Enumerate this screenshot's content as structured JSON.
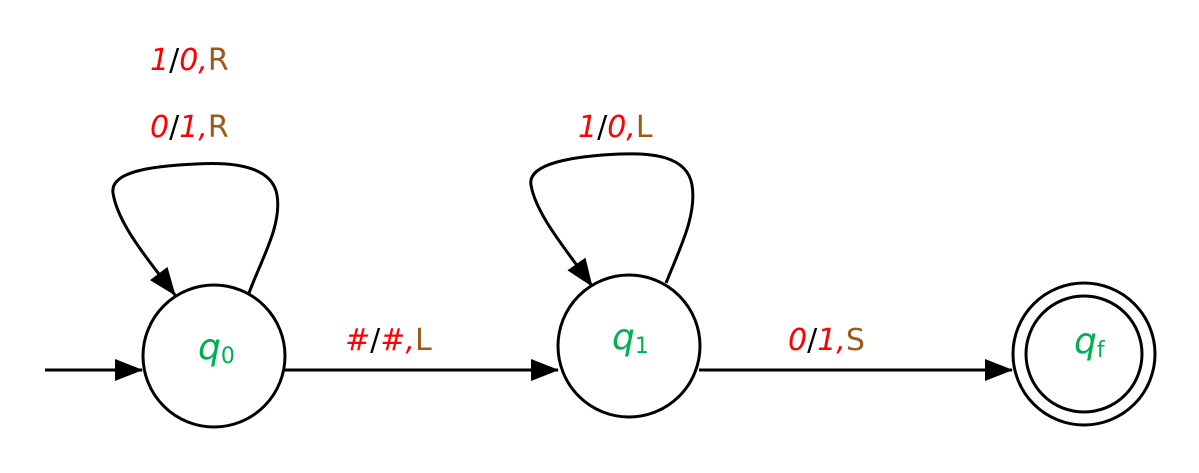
{
  "colors": {
    "symbol": "#ff0000",
    "move": "#9c5a1a",
    "state": "#00b050",
    "line": "#000000"
  },
  "states": [
    {
      "name": "q",
      "sub": "0",
      "role": "start"
    },
    {
      "name": "q",
      "sub": "1",
      "role": "normal"
    },
    {
      "name": "q",
      "sub": "f",
      "role": "accept"
    }
  ],
  "transitions": [
    {
      "from": "q0",
      "to": "q0",
      "read": "1",
      "write": "0",
      "move": "R"
    },
    {
      "from": "q0",
      "to": "q0",
      "read": "0",
      "write": "1",
      "move": "R"
    },
    {
      "from": "q1",
      "to": "q1",
      "read": "1",
      "write": "0",
      "move": "L"
    },
    {
      "from": "q0",
      "to": "q1",
      "read": "#",
      "write": "#",
      "move": "L"
    },
    {
      "from": "q1",
      "to": "qf",
      "read": "0",
      "write": "1",
      "move": "S"
    }
  ]
}
